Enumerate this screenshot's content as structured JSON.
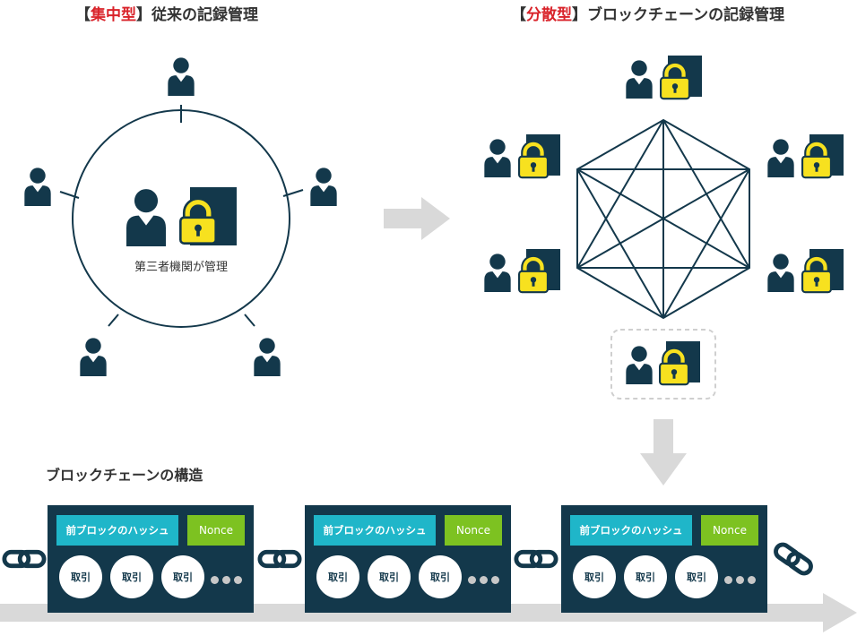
{
  "left_title": {
    "bracket_open": "【",
    "highlight": "集中型",
    "bracket_close": "】",
    "rest": "従来の記録管理"
  },
  "right_title": {
    "bracket_open": "【",
    "highlight": "分散型",
    "bracket_close": "】",
    "rest": "ブロックチェーンの記録管理"
  },
  "center_label": "第三者機関が管理",
  "structure_title": "ブロックチェーンの構造",
  "blocks": [
    {
      "hash_label": "前ブロックのハッシュ",
      "nonce_label": "Nonce",
      "tx_labels": [
        "取引",
        "取引",
        "取引"
      ]
    },
    {
      "hash_label": "前ブロックのハッシュ",
      "nonce_label": "Nonce",
      "tx_labels": [
        "取引",
        "取引",
        "取引"
      ]
    },
    {
      "hash_label": "前ブロックのハッシュ",
      "nonce_label": "Nonce",
      "tx_labels": [
        "取引",
        "取引",
        "取引"
      ]
    }
  ],
  "colors": {
    "accent_red": "#d9232a",
    "navy": "#13384b",
    "cyan": "#1fb6c9",
    "green": "#7dc221",
    "lock_yellow": "#f7e11f",
    "arrow_gray": "#d9d9d9"
  },
  "icons": [
    "person-icon",
    "lock-icon",
    "ledger-icon",
    "chain-link-icon",
    "arrow-right-icon",
    "arrow-down-icon"
  ]
}
